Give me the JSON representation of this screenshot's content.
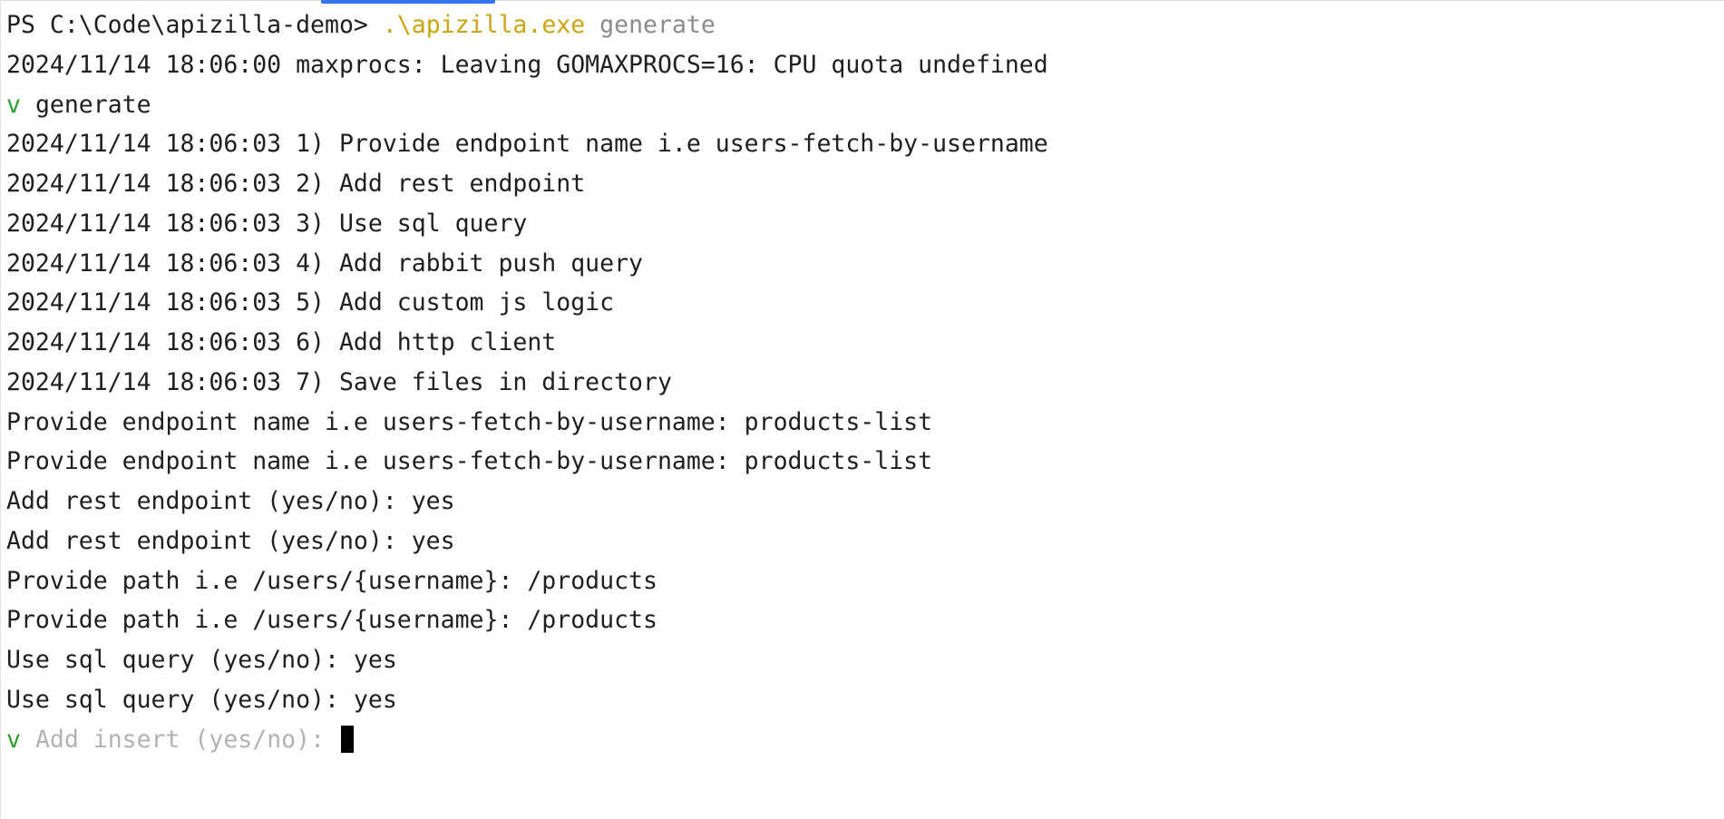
{
  "terminal": {
    "prompt": {
      "path": "PS C:\\Code\\apizilla-demo>",
      "command": ".\\apizilla.exe",
      "argument": "generate"
    },
    "line_maxprocs": "2024/11/14 18:06:00 maxprocs: Leaving GOMAXPROCS=16: CPU quota undefined",
    "selected_command": {
      "mark": "v",
      "text": "generate"
    },
    "steps": [
      "2024/11/14 18:06:03 1) Provide endpoint name i.e users-fetch-by-username",
      "2024/11/14 18:06:03 2) Add rest endpoint",
      "2024/11/14 18:06:03 3) Use sql query",
      "2024/11/14 18:06:03 4) Add rabbit push query",
      "2024/11/14 18:06:03 5) Add custom js logic",
      "2024/11/14 18:06:03 6) Add http client",
      "2024/11/14 18:06:03 7) Save files in directory"
    ],
    "answers": [
      "Provide endpoint name i.e users-fetch-by-username: products-list",
      "Provide endpoint name i.e users-fetch-by-username: products-list",
      "Add rest endpoint (yes/no): yes",
      "Add rest endpoint (yes/no): yes",
      "Provide path i.e /users/{username}: /products",
      "Provide path i.e /users/{username}: /products",
      "Use sql query (yes/no): yes",
      "Use sql query (yes/no): yes"
    ],
    "current_prompt": {
      "mark": "v",
      "text": "Add insert (yes/no):"
    }
  }
}
